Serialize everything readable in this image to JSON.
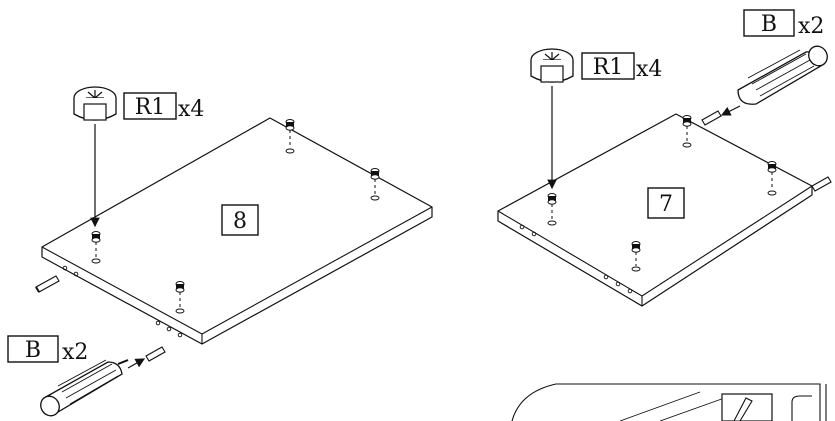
{
  "steps": [
    {
      "panel_number": "8",
      "cam_lock": {
        "label": "R1",
        "quantity": "x4"
      },
      "dowel": {
        "label": "B",
        "quantity": "x2"
      }
    },
    {
      "panel_number": "7",
      "cam_lock": {
        "label": "R1",
        "quantity": "x4"
      },
      "dowel": {
        "label": "B",
        "quantity": "x2"
      }
    }
  ],
  "icons": [
    "cam-lock-icon",
    "dowel-icon",
    "screwdriver-icon",
    "pencil-icon"
  ],
  "colors": {
    "line": "#111111",
    "background": "#ffffff"
  }
}
